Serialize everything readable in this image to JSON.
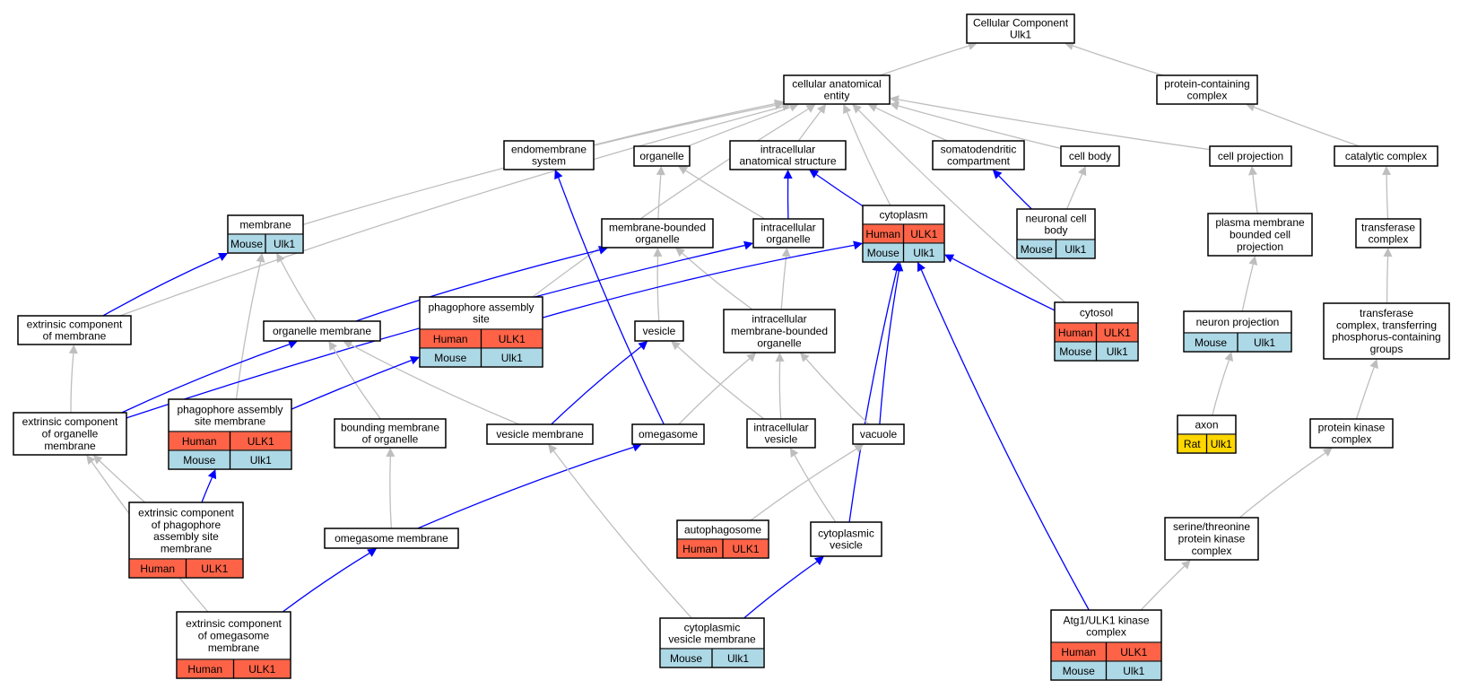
{
  "title": "Cellular Component\nUlk1",
  "colors": {
    "human": "#FF6347",
    "mouse": "#ADD8E6",
    "rat": "#FFD700",
    "edge_is_a": "#BEBEBE",
    "edge_annotated": "#0000FF"
  },
  "nodes": [
    {
      "id": "root",
      "label": "Cellular Component\nUlk1"
    },
    {
      "id": "cae",
      "label": "cellular anatomical\nentity"
    },
    {
      "id": "pcc",
      "label": "protein-containing\ncomplex"
    },
    {
      "id": "endo",
      "label": "endomembrane\nsystem"
    },
    {
      "id": "organelle",
      "label": "organelle"
    },
    {
      "id": "ias",
      "label": "intracellular\nanatomical structure"
    },
    {
      "id": "somato",
      "label": "somatodendritic\ncompartment"
    },
    {
      "id": "cellbody",
      "label": "cell body"
    },
    {
      "id": "cellproj",
      "label": "cell projection"
    },
    {
      "id": "catalytic",
      "label": "catalytic complex"
    },
    {
      "id": "membrane",
      "label": "membrane",
      "orgs": [
        [
          "Mouse",
          "Ulk1"
        ]
      ]
    },
    {
      "id": "mbo",
      "label": "membrane-bounded\norganelle"
    },
    {
      "id": "intorg",
      "label": "intracellular\norganelle"
    },
    {
      "id": "cytoplasm",
      "label": "cytoplasm",
      "orgs": [
        [
          "Human",
          "ULK1"
        ],
        [
          "Mouse",
          "Ulk1"
        ]
      ]
    },
    {
      "id": "ncb",
      "label": "neuronal cell\nbody",
      "orgs": [
        [
          "Mouse",
          "Ulk1"
        ]
      ]
    },
    {
      "id": "pmbcp",
      "label": "plasma membrane\nbounded cell\nprojection"
    },
    {
      "id": "transcx",
      "label": "transferase\ncomplex"
    },
    {
      "id": "ecm",
      "label": "extrinsic component\nof membrane"
    },
    {
      "id": "orgmem",
      "label": "organelle membrane"
    },
    {
      "id": "pas",
      "label": "phagophore assembly\nsite",
      "orgs": [
        [
          "Human",
          "ULK1"
        ],
        [
          "Mouse",
          "Ulk1"
        ]
      ]
    },
    {
      "id": "vesicle",
      "label": "vesicle"
    },
    {
      "id": "imbo",
      "label": "intracellular\nmembrane-bounded\norganelle"
    },
    {
      "id": "cytosol",
      "label": "cytosol",
      "orgs": [
        [
          "Human",
          "ULK1"
        ],
        [
          "Mouse",
          "Ulk1"
        ]
      ]
    },
    {
      "id": "neuproj",
      "label": "neuron projection",
      "orgs": [
        [
          "Mouse",
          "Ulk1"
        ]
      ]
    },
    {
      "id": "tcphos",
      "label": "transferase\ncomplex, transferring\nphosphorus-containing\ngroups"
    },
    {
      "id": "ecom",
      "label": "extrinsic component\nof organelle\nmembrane"
    },
    {
      "id": "pasm",
      "label": "phagophore assembly\nsite membrane",
      "orgs": [
        [
          "Human",
          "ULK1"
        ],
        [
          "Mouse",
          "Ulk1"
        ]
      ]
    },
    {
      "id": "bmo",
      "label": "bounding membrane\nof organelle"
    },
    {
      "id": "vesmem",
      "label": "vesicle membrane"
    },
    {
      "id": "omegasome",
      "label": "omegasome"
    },
    {
      "id": "intves",
      "label": "intracellular\nvesicle"
    },
    {
      "id": "vacuole",
      "label": "vacuole"
    },
    {
      "id": "axon",
      "label": "axon",
      "orgs": [
        [
          "Rat",
          "Ulk1"
        ]
      ]
    },
    {
      "id": "pkc",
      "label": "protein kinase\ncomplex"
    },
    {
      "id": "ecpasm",
      "label": "extrinsic component\nof phagophore\nassembly site\nmembrane",
      "orgs": [
        [
          "Human",
          "ULK1"
        ]
      ]
    },
    {
      "id": "omem",
      "label": "omegasome membrane"
    },
    {
      "id": "autophago",
      "label": "autophagosome",
      "orgs": [
        [
          "Human",
          "ULK1"
        ]
      ]
    },
    {
      "id": "cytoves",
      "label": "cytoplasmic\nvesicle"
    },
    {
      "id": "stpkc",
      "label": "serine/threonine\nprotein kinase\ncomplex"
    },
    {
      "id": "ecomem",
      "label": "extrinsic component\nof omegasome\nmembrane",
      "orgs": [
        [
          "Human",
          "ULK1"
        ]
      ]
    },
    {
      "id": "cvm",
      "label": "cytoplasmic\nvesicle membrane",
      "orgs": [
        [
          "Mouse",
          "Ulk1"
        ]
      ]
    },
    {
      "id": "atg1",
      "label": "Atg1/ULK1 kinase\ncomplex",
      "orgs": [
        [
          "Human",
          "ULK1"
        ],
        [
          "Mouse",
          "Ulk1"
        ]
      ]
    }
  ],
  "edges": [
    {
      "from": "cae",
      "to": "root",
      "type": "is_a"
    },
    {
      "from": "pcc",
      "to": "root",
      "type": "is_a"
    },
    {
      "from": "endo",
      "to": "cae",
      "type": "is_a"
    },
    {
      "from": "organelle",
      "to": "cae",
      "type": "is_a"
    },
    {
      "from": "ias",
      "to": "cae",
      "type": "is_a"
    },
    {
      "from": "somato",
      "to": "cae",
      "type": "is_a"
    },
    {
      "from": "cellbody",
      "to": "cae",
      "type": "is_a"
    },
    {
      "from": "cellproj",
      "to": "cae",
      "type": "is_a"
    },
    {
      "from": "membrane",
      "to": "cae",
      "type": "is_a"
    },
    {
      "from": "ecm",
      "to": "cae",
      "type": "is_a"
    },
    {
      "from": "pas",
      "to": "cae",
      "type": "is_a"
    },
    {
      "from": "cytoplasm",
      "to": "cae",
      "type": "is_a"
    },
    {
      "from": "cytosol",
      "to": "cae",
      "type": "is_a"
    },
    {
      "from": "catalytic",
      "to": "pcc",
      "type": "is_a"
    },
    {
      "from": "transcx",
      "to": "catalytic",
      "type": "is_a"
    },
    {
      "from": "tcphos",
      "to": "transcx",
      "type": "is_a"
    },
    {
      "from": "pkc",
      "to": "tcphos",
      "type": "is_a"
    },
    {
      "from": "stpkc",
      "to": "pkc",
      "type": "is_a"
    },
    {
      "from": "atg1",
      "to": "stpkc",
      "type": "is_a"
    },
    {
      "from": "pmbcp",
      "to": "cellproj",
      "type": "is_a"
    },
    {
      "from": "neuproj",
      "to": "pmbcp",
      "type": "is_a"
    },
    {
      "from": "axon",
      "to": "neuproj",
      "type": "is_a"
    },
    {
      "from": "ncb",
      "to": "cellbody",
      "type": "is_a"
    },
    {
      "from": "ncb",
      "to": "somato",
      "type": "annotated"
    },
    {
      "from": "mbo",
      "to": "organelle",
      "type": "is_a"
    },
    {
      "from": "intorg",
      "to": "organelle",
      "type": "is_a"
    },
    {
      "from": "intorg",
      "to": "ias",
      "type": "annotated"
    },
    {
      "from": "cytoplasm",
      "to": "ias",
      "type": "annotated"
    },
    {
      "from": "omegasome",
      "to": "endo",
      "type": "annotated"
    },
    {
      "from": "ecm",
      "to": "membrane",
      "type": "annotated"
    },
    {
      "from": "orgmem",
      "to": "membrane",
      "type": "is_a"
    },
    {
      "from": "pasm",
      "to": "membrane",
      "type": "is_a"
    },
    {
      "from": "orgmem",
      "to": "mbo",
      "type": "annotated"
    },
    {
      "from": "vesicle",
      "to": "mbo",
      "type": "is_a"
    },
    {
      "from": "imbo",
      "to": "mbo",
      "type": "is_a"
    },
    {
      "from": "imbo",
      "to": "intorg",
      "type": "is_a"
    },
    {
      "from": "ecom",
      "to": "intorg",
      "type": "annotated"
    },
    {
      "from": "pas",
      "to": "cytoplasm",
      "type": "annotated"
    },
    {
      "from": "cytosol",
      "to": "cytoplasm",
      "type": "annotated"
    },
    {
      "from": "vacuole",
      "to": "cytoplasm",
      "type": "annotated"
    },
    {
      "from": "cytoves",
      "to": "cytoplasm",
      "type": "annotated"
    },
    {
      "from": "atg1",
      "to": "cytoplasm",
      "type": "annotated"
    },
    {
      "from": "ecom",
      "to": "ecm",
      "type": "is_a"
    },
    {
      "from": "ecom",
      "to": "orgmem",
      "type": "annotated"
    },
    {
      "from": "bmo",
      "to": "orgmem",
      "type": "is_a"
    },
    {
      "from": "vesmem",
      "to": "orgmem",
      "type": "is_a"
    },
    {
      "from": "pasm",
      "to": "pas",
      "type": "annotated"
    },
    {
      "from": "vesmem",
      "to": "vesicle",
      "type": "annotated"
    },
    {
      "from": "intves",
      "to": "vesicle",
      "type": "is_a"
    },
    {
      "from": "omegasome",
      "to": "imbo",
      "type": "is_a"
    },
    {
      "from": "intves",
      "to": "imbo",
      "type": "is_a"
    },
    {
      "from": "vacuole",
      "to": "imbo",
      "type": "is_a"
    },
    {
      "from": "ecpasm",
      "to": "pasm",
      "type": "annotated"
    },
    {
      "from": "ecpasm",
      "to": "ecom",
      "type": "is_a"
    },
    {
      "from": "omem",
      "to": "bmo",
      "type": "is_a"
    },
    {
      "from": "omem",
      "to": "omegasome",
      "type": "annotated"
    },
    {
      "from": "autophago",
      "to": "vacuole",
      "type": "is_a"
    },
    {
      "from": "cytoves",
      "to": "intves",
      "type": "is_a"
    },
    {
      "from": "ecomem",
      "to": "omem",
      "type": "annotated"
    },
    {
      "from": "ecomem",
      "to": "ecom",
      "type": "is_a"
    },
    {
      "from": "cvm",
      "to": "vesmem",
      "type": "is_a"
    },
    {
      "from": "cvm",
      "to": "cytoves",
      "type": "annotated"
    }
  ]
}
